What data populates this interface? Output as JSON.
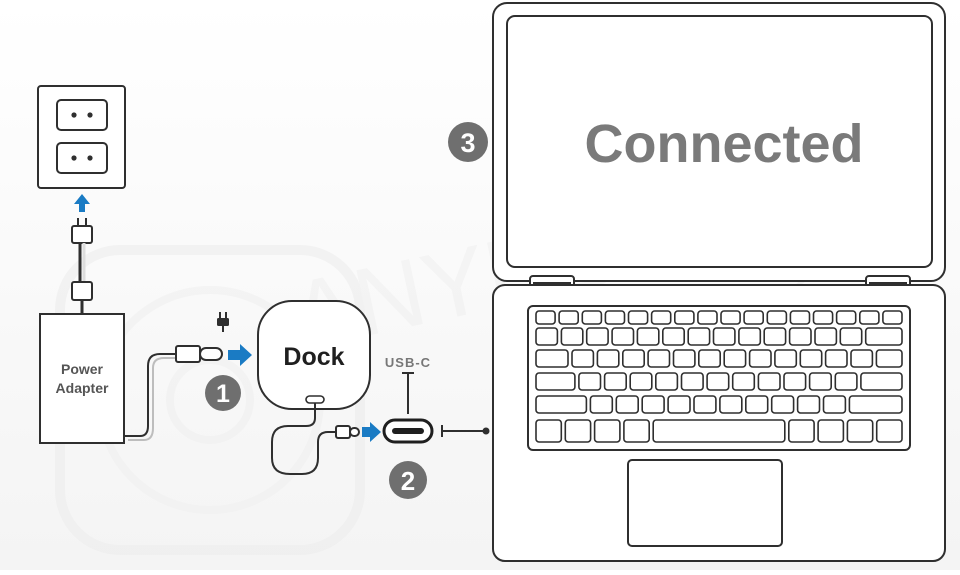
{
  "labels": {
    "power_adapter_line1": "Power",
    "power_adapter_line2": "Adapter",
    "dock": "Dock",
    "usb_c": "USB-C",
    "screen_text": "Connected",
    "watermark": "ANYHDD"
  },
  "steps": [
    "1",
    "2",
    "3"
  ],
  "colors": {
    "outline": "#2f2f2f",
    "arrow_blue": "#1a7bc4",
    "step_badge": "#6f6f6f",
    "screen_text": "#7a7a7a",
    "watermark": "#e6e6e6"
  },
  "icons": [
    "power-plug-icon",
    "wall-outlet-icon",
    "usb-c-connector-icon"
  ]
}
